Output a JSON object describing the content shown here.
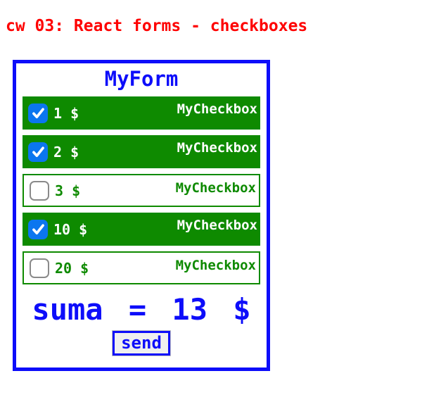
{
  "page": {
    "title": "cw 03: React forms - checkboxes"
  },
  "form": {
    "title": "MyForm",
    "component_label": "MyCheckbox",
    "checkboxes": [
      {
        "label": "1 $",
        "checked": true
      },
      {
        "label": "2 $",
        "checked": true
      },
      {
        "label": "3 $",
        "checked": false
      },
      {
        "label": "10 $",
        "checked": true
      },
      {
        "label": "20 $",
        "checked": false
      }
    ],
    "sum_text": "suma = 13 $",
    "send_label": "send"
  },
  "colors": {
    "title_red": "#fe0000",
    "accent_blue": "#0d0dfa",
    "green": "#0e8a00",
    "checkbox_blue": "#0b76ef",
    "checkbox_border_gray": "#8a8a8a",
    "button_bg": "#efefef"
  }
}
